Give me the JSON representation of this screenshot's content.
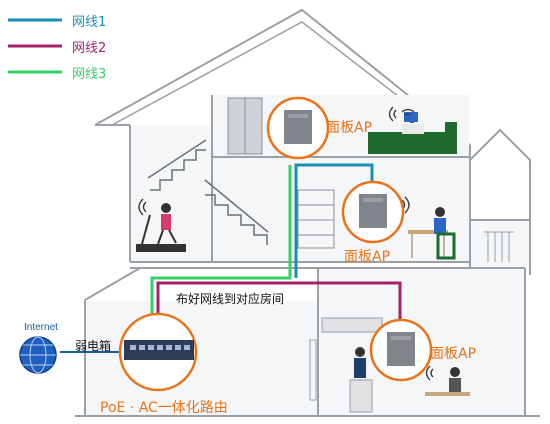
{
  "legend": {
    "items": [
      {
        "label": "网线1",
        "color": "#1a8fb5"
      },
      {
        "label": "网线2",
        "color": "#a3246b"
      },
      {
        "label": "网线3",
        "color": "#35d065"
      }
    ]
  },
  "labels": {
    "ap_top": "面板AP",
    "ap_middle": "面板AP",
    "ap_bottom": "面板AP",
    "internet": "Internet",
    "weak_box": "弱电箱",
    "cabling_note": "布好网线到对应房间",
    "router": "PoE · AC一体化路由"
  },
  "colors": {
    "accent": "#e8731a",
    "house_line": "#9aa0a6",
    "house_fill": "#f5f6f7"
  }
}
